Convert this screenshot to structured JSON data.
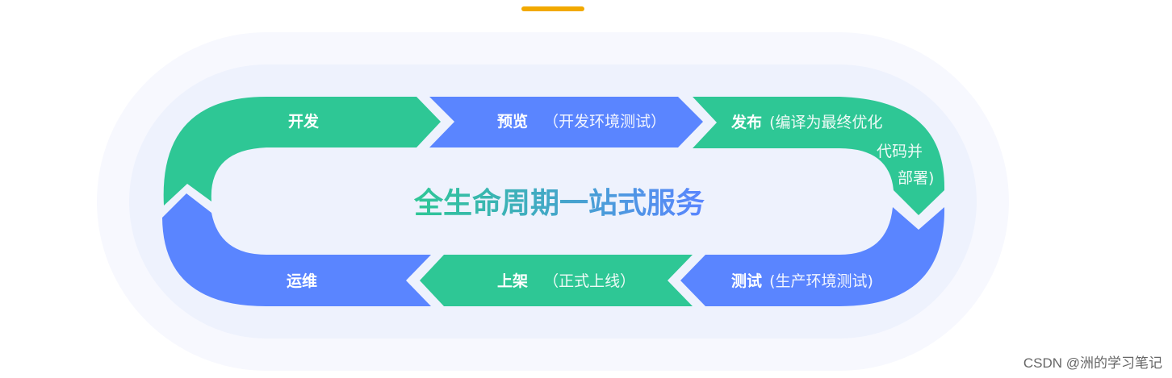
{
  "colors": {
    "accent": "#F2A900",
    "green": "#2EC795",
    "blue": "#5A85FF",
    "halo_outer": "#F7F8FE",
    "halo_inner": "#EEF2FD",
    "center_gradient_start": "#2EC795",
    "center_gradient_end": "#5A85FF"
  },
  "title": "全生命周期一站式服务",
  "segments": [
    {
      "id": "dev",
      "title": "开发",
      "note": "",
      "color": "green"
    },
    {
      "id": "preview",
      "title": "预览",
      "note": "（开发环境测试）",
      "color": "blue"
    },
    {
      "id": "release",
      "title": "发布",
      "note": "(编译为最终优化",
      "note_line2": "代码并",
      "note_line3": "部署)",
      "color": "green"
    },
    {
      "id": "test",
      "title": "测试",
      "note": "(生产环境测试)",
      "color": "blue"
    },
    {
      "id": "launch",
      "title": "上架",
      "note": "（正式上线）",
      "color": "green"
    },
    {
      "id": "ops",
      "title": "运维",
      "note": "",
      "color": "blue"
    }
  ],
  "watermark": "CSDN @洲的学习笔记"
}
